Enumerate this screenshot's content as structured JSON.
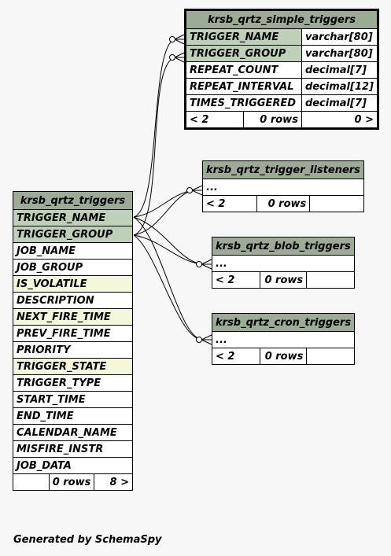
{
  "diagram": {
    "footer": "Generated by SchemaSpy",
    "tables": {
      "simple_triggers": {
        "name": "krsb_qrtz_simple_triggers",
        "columns": [
          {
            "name": "TRIGGER_NAME",
            "type": "varchar[80]"
          },
          {
            "name": "TRIGGER_GROUP",
            "type": "varchar[80]"
          },
          {
            "name": "REPEAT_COUNT",
            "type": "decimal[7]"
          },
          {
            "name": "REPEAT_INTERVAL",
            "type": "decimal[12]"
          },
          {
            "name": "TIMES_TRIGGERED",
            "type": "decimal[7]"
          }
        ],
        "footer": {
          "parents": "< 2",
          "rows": "0 rows",
          "children": "0 >"
        }
      },
      "trigger_listeners": {
        "name": "krsb_qrtz_trigger_listeners",
        "columns": [
          {
            "name": "..."
          }
        ],
        "footer": {
          "parents": "< 2",
          "rows": "0 rows",
          "children": ""
        }
      },
      "triggers": {
        "name": "krsb_qrtz_triggers",
        "columns": [
          {
            "name": "TRIGGER_NAME"
          },
          {
            "name": "TRIGGER_GROUP"
          },
          {
            "name": "JOB_NAME"
          },
          {
            "name": "JOB_GROUP"
          },
          {
            "name": "IS_VOLATILE"
          },
          {
            "name": "DESCRIPTION"
          },
          {
            "name": "NEXT_FIRE_TIME"
          },
          {
            "name": "PREV_FIRE_TIME"
          },
          {
            "name": "PRIORITY"
          },
          {
            "name": "TRIGGER_STATE"
          },
          {
            "name": "TRIGGER_TYPE"
          },
          {
            "name": "START_TIME"
          },
          {
            "name": "END_TIME"
          },
          {
            "name": "CALENDAR_NAME"
          },
          {
            "name": "MISFIRE_INSTR"
          },
          {
            "name": "JOB_DATA"
          }
        ],
        "footer": {
          "parents": "",
          "rows": "0 rows",
          "children": "8 >"
        }
      },
      "blob_triggers": {
        "name": "krsb_qrtz_blob_triggers",
        "columns": [
          {
            "name": "..."
          }
        ],
        "footer": {
          "parents": "< 2",
          "rows": "0 rows",
          "children": ""
        }
      },
      "cron_triggers": {
        "name": "krsb_qrtz_cron_triggers",
        "columns": [
          {
            "name": "..."
          }
        ],
        "footer": {
          "parents": "< 2",
          "rows": "0 rows",
          "children": ""
        }
      }
    }
  }
}
